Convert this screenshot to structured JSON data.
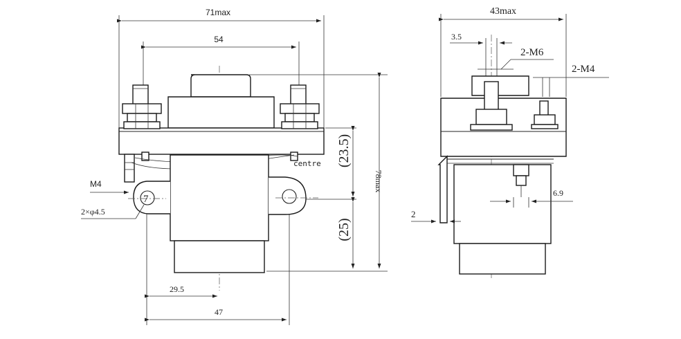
{
  "front_view": {
    "overall_width": "71max",
    "terminal_spacing": "54",
    "upper_height": "(23.5)",
    "lower_height": "(25)",
    "total_height": "78max",
    "mount_hole_offset": "29.5",
    "mount_hole_spacing": "47",
    "mount_thread": "M4",
    "mount_hole_dia": "2×φ4.5",
    "balloon_number": "7",
    "centre_label": "centre"
  },
  "side_view": {
    "overall_width": "43max",
    "offset": "3.5",
    "main_thread": "2-M6",
    "aux_thread": "2-M4",
    "bracket_thickness": "2",
    "aux_offset": "6.9"
  }
}
